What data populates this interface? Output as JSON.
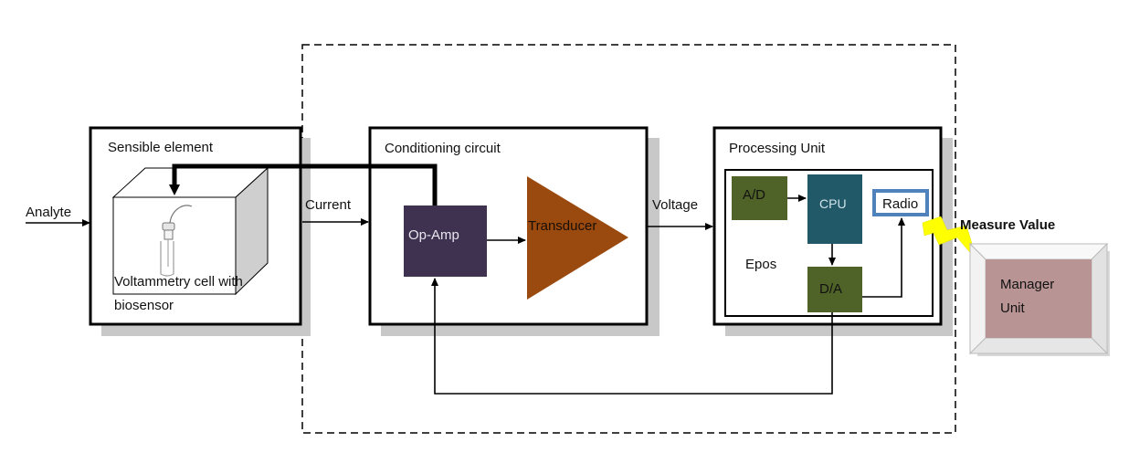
{
  "labels": {
    "analyte": "Analyte",
    "current": "Current",
    "voltage": "Voltage",
    "measure_value": "Measure  Value"
  },
  "sensible_element": {
    "title": "Sensible element",
    "cell_line1": "Voltammetry cell with",
    "cell_line2": "biosensor"
  },
  "conditioning_circuit": {
    "title": "Conditioning circuit",
    "opamp": "Op-Amp",
    "transducer": "Transducer"
  },
  "processing_unit": {
    "title": "Processing Unit",
    "ad": "A/D",
    "cpu": "CPU",
    "radio": "Radio",
    "epos": "Epos",
    "da": "D/A"
  },
  "manager_unit": {
    "line1": "Manager",
    "line2": "Unit"
  },
  "colors": {
    "opamp": "#3f3250",
    "transducer": "#9a4a0f",
    "ad_da": "#4f6228",
    "cpu": "#215968",
    "radio_border": "#4f81bd",
    "manager": "#b99495",
    "lightning": "#ffff00",
    "shadow": "#c8c8c8"
  }
}
